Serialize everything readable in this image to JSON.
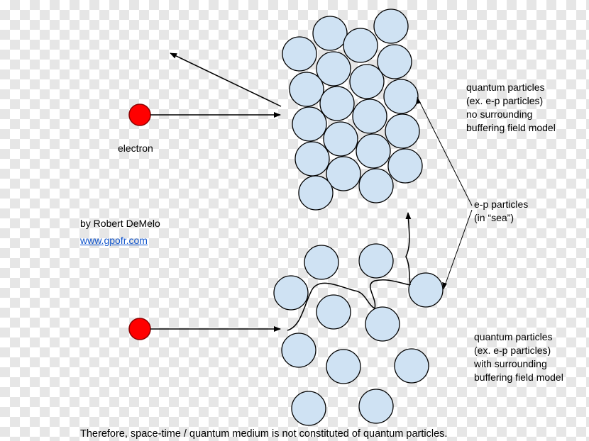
{
  "labels": {
    "electron": "electron",
    "author": "by Robert DeMelo",
    "website": "www.gpofr.com",
    "top_group": [
      "quantum particles",
      "(ex. e-p particles)",
      "no surrounding",
      "buffering field model"
    ],
    "sea_group": [
      "e-p particles",
      "(in “sea”)"
    ],
    "bottom_group": [
      "quantum particles",
      "(ex. e-p particles)",
      "with surrounding",
      "buffering field model"
    ],
    "conclusion": "Therefore, space-time /  quantum medium is not constituted of quantum particles."
  },
  "colors": {
    "particle_fill": "#cfe2f3",
    "particle_stroke": "#000000",
    "electron_fill": "#ff0000",
    "line": "#000000",
    "link": "#1155cc"
  }
}
